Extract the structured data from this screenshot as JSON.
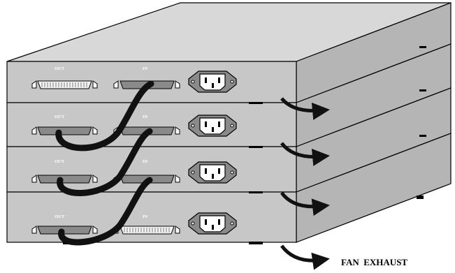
{
  "diagram": {
    "units": [
      {
        "out_label": "OUT",
        "in_label": "IN",
        "out_connected": false,
        "in_connected": true
      },
      {
        "out_label": "OUT",
        "in_label": "IN",
        "out_connected": true,
        "in_connected": true
      },
      {
        "out_label": "OUT",
        "in_label": "IN",
        "out_connected": true,
        "in_connected": true
      },
      {
        "out_label": "OUT",
        "in_label": "IN",
        "out_connected": true,
        "in_connected": false
      }
    ],
    "exhaust_label": "FAN  EXHAUST"
  },
  "colors": {
    "top_face": "#d8d8d8",
    "front_face": "#c7c7c7",
    "side_face": "#b5b5b5",
    "connector_open": "#f2f2f2",
    "connector_plugged": "#8a8a8a",
    "cable": "#111111",
    "outline": "#000000"
  }
}
